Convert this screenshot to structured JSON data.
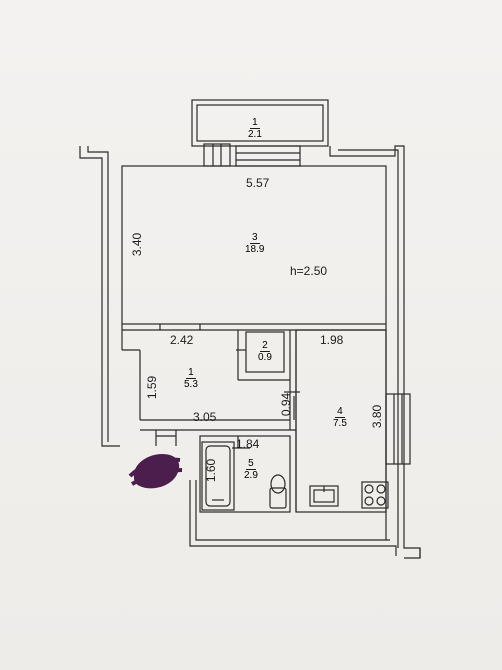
{
  "rooms": [
    {
      "id": "balcony",
      "number": "1",
      "area": "2.1"
    },
    {
      "id": "main-room",
      "number": "3",
      "area": "18.9"
    },
    {
      "id": "hall",
      "number": "1",
      "area": "5.3"
    },
    {
      "id": "closet",
      "number": "2",
      "area": "0.9"
    },
    {
      "id": "kitchen",
      "number": "4",
      "area": "7.5"
    },
    {
      "id": "bathroom",
      "number": "5",
      "area": "2.9"
    }
  ],
  "dimensions": {
    "main_width": "5.57",
    "main_height": "3.40",
    "ceiling": "h=2.50",
    "hall_width": "2.42",
    "hall_height": "1.59",
    "hall_lower_width": "3.05",
    "closet_wall": "0.94",
    "kitchen_width": "1.98",
    "kitchen_height": "3.80",
    "bath_width": "1.84",
    "bath_height": "1.60"
  },
  "colors": {
    "paper": "#f1efed",
    "line": "#2a2a2a",
    "scribble": "#4b1e4d"
  }
}
